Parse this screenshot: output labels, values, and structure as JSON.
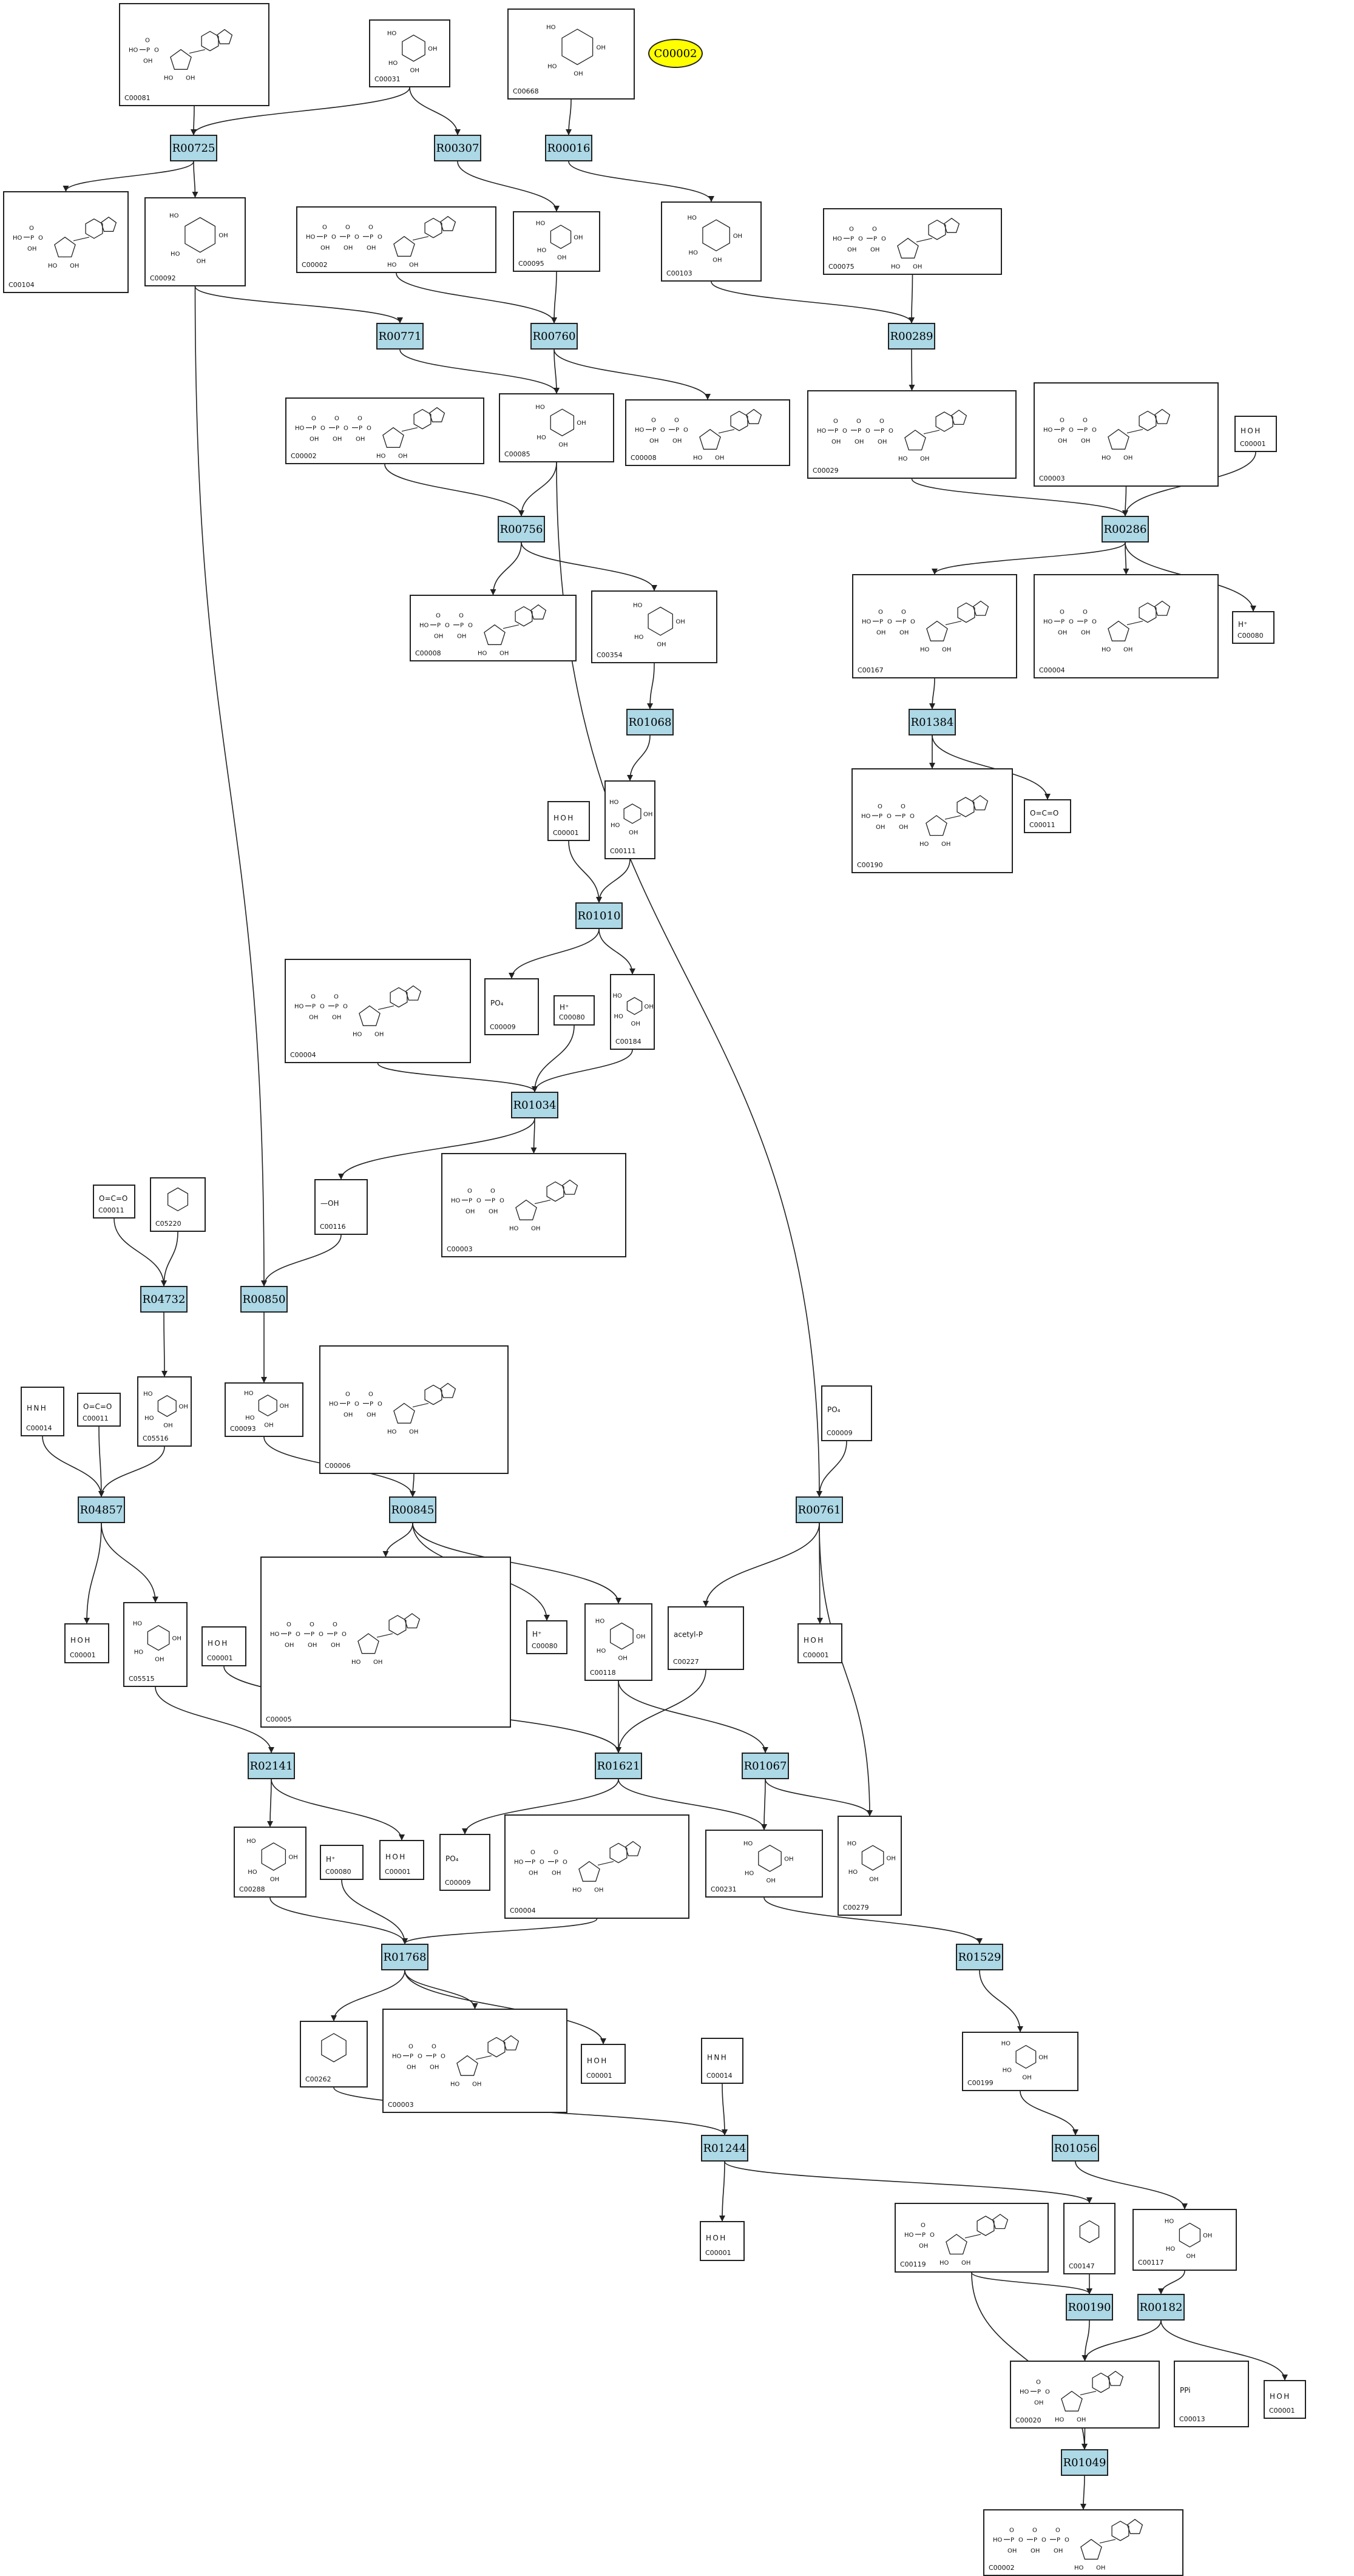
{
  "highlight": {
    "label": "C00002",
    "color": "#ffff00"
  },
  "colors": {
    "reaction_fill": "#add8e6",
    "edge": "#222222"
  },
  "reactions": [
    "R00725",
    "R00307",
    "R00016",
    "R00771",
    "R00760",
    "R00289",
    "R00756",
    "R00286",
    "R01068",
    "R01384",
    "R01010",
    "R01034",
    "R04732",
    "R00850",
    "R04857",
    "R00845",
    "R00761",
    "R02141",
    "R01621",
    "R01067",
    "R01768",
    "R01529",
    "R01244",
    "R01056",
    "R00190",
    "R00182",
    "R01049"
  ],
  "compounds": [
    {
      "key": "c1",
      "id": "C00081",
      "kind": "nucleotide"
    },
    {
      "key": "c2",
      "id": "C00031",
      "kind": "sugar"
    },
    {
      "key": "c3",
      "id": "C00668",
      "kind": "sugar"
    },
    {
      "key": "c4",
      "id": "C00104",
      "kind": "nucleotide"
    },
    {
      "key": "c5",
      "id": "C00092",
      "kind": "sugar"
    },
    {
      "key": "c6",
      "id": "C00002",
      "kind": "nucleotide"
    },
    {
      "key": "c7",
      "id": "C00095",
      "kind": "sugar"
    },
    {
      "key": "c8",
      "id": "C00103",
      "kind": "sugar"
    },
    {
      "key": "c9",
      "id": "C00075",
      "kind": "nucleotide"
    },
    {
      "key": "c10",
      "id": "C00002",
      "kind": "nucleotide"
    },
    {
      "key": "c11",
      "id": "C00085",
      "kind": "sugar"
    },
    {
      "key": "c12",
      "id": "C00008",
      "kind": "nucleotide"
    },
    {
      "key": "c13",
      "id": "C00029",
      "kind": "nucleotide"
    },
    {
      "key": "c14",
      "id": "C00003",
      "kind": "nucleotide"
    },
    {
      "key": "c15",
      "id": "C00001",
      "kind": "small",
      "label": "H O H"
    },
    {
      "key": "c16",
      "id": "C00008",
      "kind": "nucleotide"
    },
    {
      "key": "c17",
      "id": "C00354",
      "kind": "sugar"
    },
    {
      "key": "c18",
      "id": "C00167",
      "kind": "nucleotide"
    },
    {
      "key": "c19",
      "id": "C00004",
      "kind": "nucleotide"
    },
    {
      "key": "c20",
      "id": "C00080",
      "kind": "small",
      "label": "H⁺"
    },
    {
      "key": "c21",
      "id": "C00001",
      "kind": "small",
      "label": "H O H"
    },
    {
      "key": "c22",
      "id": "C00111",
      "kind": "sugar"
    },
    {
      "key": "c23",
      "id": "C00190",
      "kind": "nucleotide"
    },
    {
      "key": "c24",
      "id": "C00011",
      "kind": "small",
      "label": "O=C=O"
    },
    {
      "key": "c25",
      "id": "C00004",
      "kind": "nucleotide"
    },
    {
      "key": "c26",
      "id": "C00009",
      "kind": "small",
      "label": "PO₄"
    },
    {
      "key": "c27",
      "id": "C00080",
      "kind": "small",
      "label": "H⁺"
    },
    {
      "key": "c28",
      "id": "C00184",
      "kind": "sugar"
    },
    {
      "key": "c29",
      "id": "C00011",
      "kind": "small",
      "label": "O=C=O"
    },
    {
      "key": "c30",
      "id": "C05220",
      "kind": "small",
      "label": "ring"
    },
    {
      "key": "c31",
      "id": "C00116",
      "kind": "small",
      "label": "—OH"
    },
    {
      "key": "c32",
      "id": "C00003",
      "kind": "nucleotide"
    },
    {
      "key": "c33",
      "id": "C00014",
      "kind": "small",
      "label": "H N H"
    },
    {
      "key": "c34",
      "id": "C00011",
      "kind": "small",
      "label": "O=C=O"
    },
    {
      "key": "c35",
      "id": "C05516",
      "kind": "sugar"
    },
    {
      "key": "c36",
      "id": "C00093",
      "kind": "sugar"
    },
    {
      "key": "c37",
      "id": "C00006",
      "kind": "nucleotide"
    },
    {
      "key": "c38",
      "id": "C00009",
      "kind": "small",
      "label": "PO₄"
    },
    {
      "key": "c39",
      "id": "C00001",
      "kind": "small",
      "label": "H O H"
    },
    {
      "key": "c40",
      "id": "C05515",
      "kind": "sugar"
    },
    {
      "key": "c41",
      "id": "C00001",
      "kind": "small",
      "label": "H O H"
    },
    {
      "key": "c42",
      "id": "C00005",
      "kind": "nucleotide"
    },
    {
      "key": "c43",
      "id": "C00080",
      "kind": "small",
      "label": "H⁺"
    },
    {
      "key": "c44",
      "id": "C00118",
      "kind": "sugar"
    },
    {
      "key": "c45",
      "id": "C00227",
      "kind": "small",
      "label": "acetyl-P"
    },
    {
      "key": "c46",
      "id": "C00001",
      "kind": "small",
      "label": "H O H"
    },
    {
      "key": "c47",
      "id": "C00288",
      "kind": "sugar"
    },
    {
      "key": "c48",
      "id": "C00080",
      "kind": "small",
      "label": "H⁺"
    },
    {
      "key": "c49",
      "id": "C00001",
      "kind": "small",
      "label": "H O H"
    },
    {
      "key": "c50",
      "id": "C00009",
      "kind": "small",
      "label": "PO₄"
    },
    {
      "key": "c51",
      "id": "C00004",
      "kind": "nucleotide"
    },
    {
      "key": "c52",
      "id": "C00231",
      "kind": "sugar"
    },
    {
      "key": "c53",
      "id": "C00279",
      "kind": "sugar"
    },
    {
      "key": "c54",
      "id": "C00262",
      "kind": "small",
      "label": "ring"
    },
    {
      "key": "c55",
      "id": "C00003",
      "kind": "nucleotide"
    },
    {
      "key": "c56",
      "id": "C00001",
      "kind": "small",
      "label": "H O H"
    },
    {
      "key": "c57",
      "id": "C00014",
      "kind": "small",
      "label": "H N H"
    },
    {
      "key": "c58",
      "id": "C00199",
      "kind": "sugar"
    },
    {
      "key": "c59",
      "id": "C00001",
      "kind": "small",
      "label": "H O H"
    },
    {
      "key": "c60",
      "id": "C00119",
      "kind": "nucleotide"
    },
    {
      "key": "c61",
      "id": "C00147",
      "kind": "small",
      "label": "ring"
    },
    {
      "key": "c62",
      "id": "C00117",
      "kind": "sugar"
    },
    {
      "key": "c63",
      "id": "C00020",
      "kind": "nucleotide"
    },
    {
      "key": "c64",
      "id": "C00013",
      "kind": "small",
      "label": "PPi"
    },
    {
      "key": "c65",
      "id": "C00001",
      "kind": "small",
      "label": "H O H"
    },
    {
      "key": "c66",
      "id": "C00002",
      "kind": "nucleotide"
    }
  ]
}
